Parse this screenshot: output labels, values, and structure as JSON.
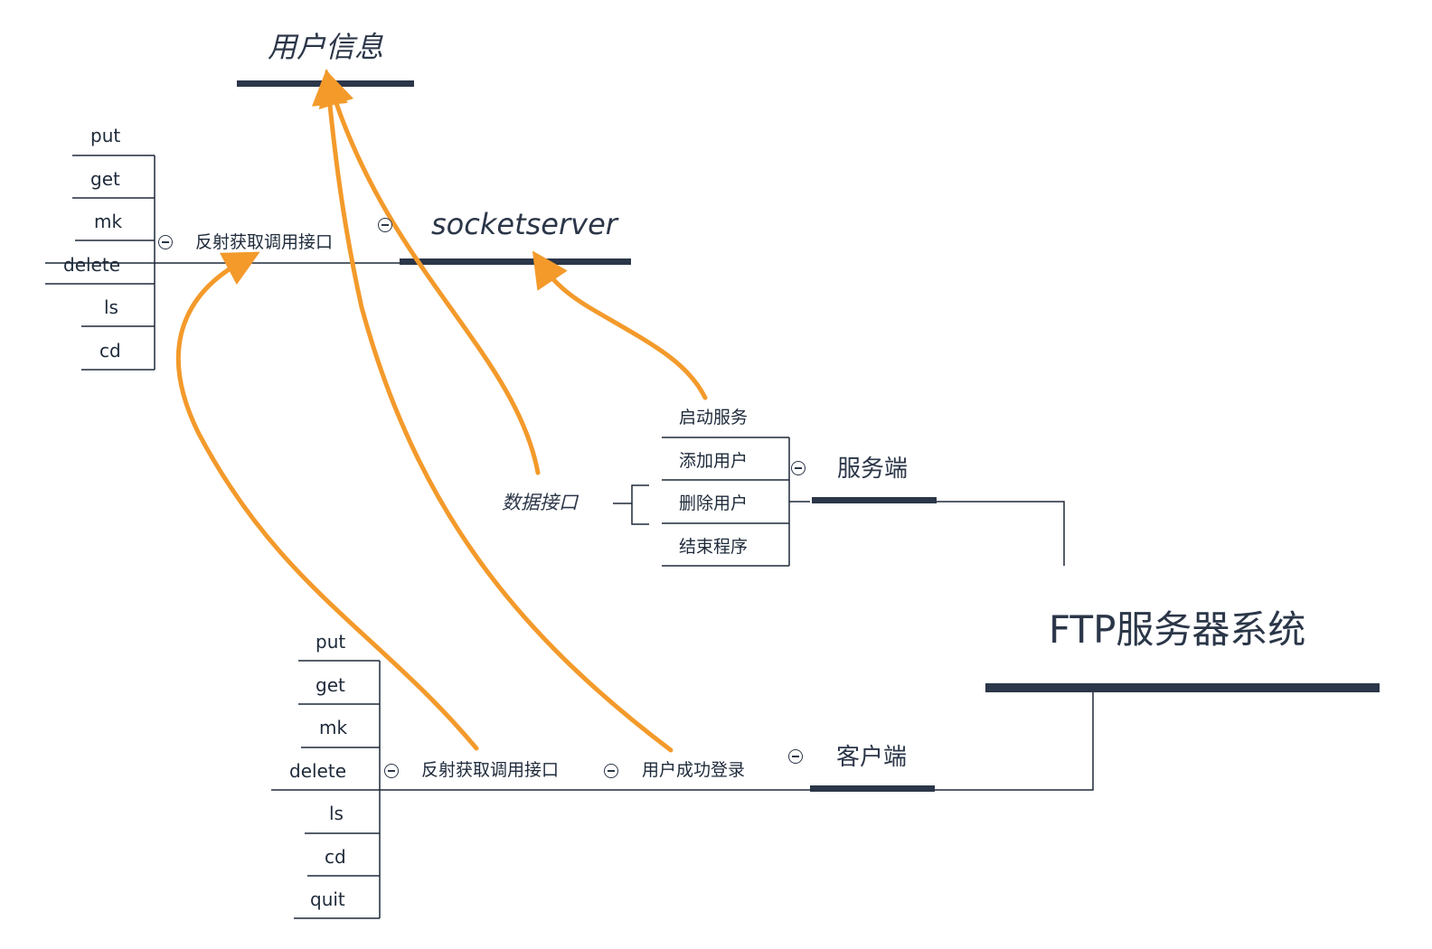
{
  "root": {
    "label": "FTP服务器系统"
  },
  "server": {
    "label": "服务端",
    "items": [
      "启动服务",
      "添加用户",
      "删除用户",
      "结束程序"
    ],
    "data_interface": "数据接口"
  },
  "client": {
    "label": "客户端",
    "login": "用户成功登录",
    "reflect": "反射获取调用接口",
    "commands": [
      "put",
      "get",
      "mk",
      "delete",
      "ls",
      "cd",
      "quit"
    ]
  },
  "socketserver": {
    "label": "socketserver",
    "reflect": "反射获取调用接口",
    "commands": [
      "put",
      "get",
      "mk",
      "delete",
      "ls",
      "cd"
    ]
  },
  "user_info": {
    "label": "用户信息"
  },
  "colors": {
    "line": "#1e2a3a",
    "bar": "#2b3648",
    "arrow": "#f39a2b"
  }
}
